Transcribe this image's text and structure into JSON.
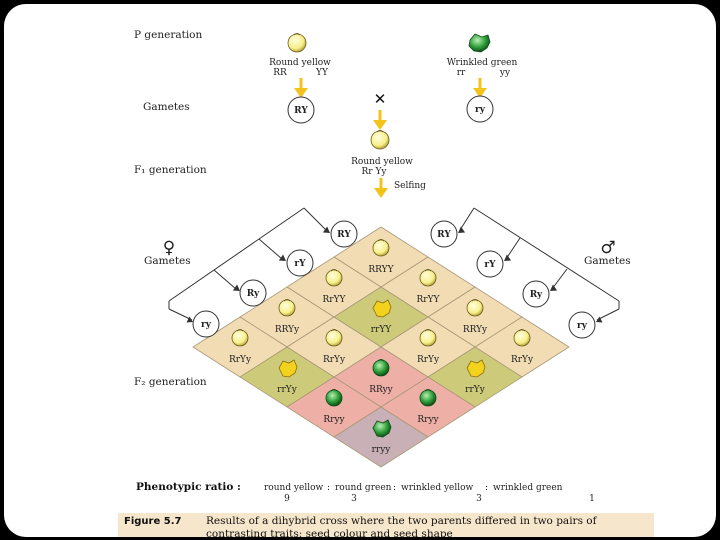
{
  "labels": {
    "p_generation": "P generation",
    "gametes": "Gametes",
    "f1_generation": "F₁ generation",
    "f2_generation": "F₂ generation",
    "selfing": "Selfing",
    "female_gametes": "Gametes",
    "male_gametes": "Gametes",
    "female_symbol": "♀",
    "male_symbol": "♂",
    "cross_symbol": "✕"
  },
  "parents": {
    "left": {
      "name": "Round yellow",
      "genotype_a": "RR",
      "genotype_b": "YY",
      "gamete": "RY"
    },
    "right": {
      "name": "Wrinkled green",
      "genotype_a": "rr",
      "genotype_b": "yy",
      "gamete": "ry"
    }
  },
  "f1": {
    "name": "Round yellow",
    "genotype": "Rr Yy"
  },
  "gametes_female": [
    "RY",
    "rY",
    "Ry",
    "ry"
  ],
  "gametes_male": [
    "RY",
    "rY",
    "Ry",
    "ry"
  ],
  "punnett": [
    [
      "RRYY",
      "RrYY",
      "RRYy",
      "RrYy"
    ],
    [
      "RrYY",
      "rrYY",
      "RrYy",
      "rrYy"
    ],
    [
      "RRYy",
      "RrYy",
      "RRyy",
      "Rryy"
    ],
    [
      "RrYy",
      "rrYy",
      "Rryy",
      "rryy"
    ]
  ],
  "colors": {
    "round_yellow_cell": "#f2dcb4",
    "wrinkled_yellow_cell": "#cdcb7a",
    "round_green_cell": "#eeb0a6",
    "wrinkled_green_cell": "#c9b0b6",
    "yellow_seed": "#f7f08a",
    "green_seed": "#2e9e3a",
    "arrow": "#f3c31c",
    "caption_bg": "#f6e7cc"
  },
  "ratio": {
    "label": "Phenotypic ratio :",
    "items": [
      {
        "name": "round yellow",
        "value": "9"
      },
      {
        "name": "round green",
        "value": "3"
      },
      {
        "name": "wrinkled yellow",
        "value": "3"
      },
      {
        "name": "wrinkled green",
        "value": "1"
      }
    ]
  },
  "caption": {
    "figure": "Figure 5.7",
    "line1": "Results of a dihybrid cross where the two parents differed in two pairs of",
    "line2": "contrasting traits: seed colour and seed shape"
  }
}
